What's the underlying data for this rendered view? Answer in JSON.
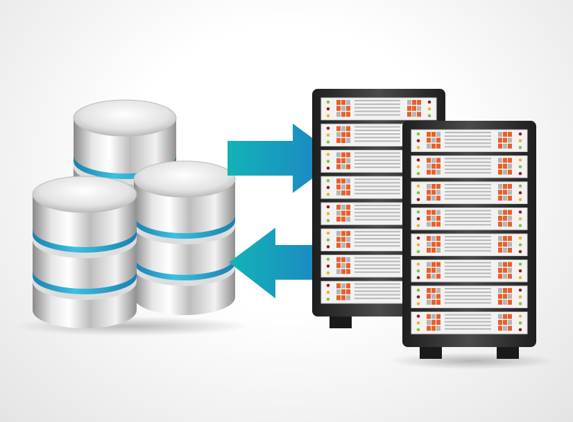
{
  "illustration": {
    "subject": "database-server-transfer",
    "colors": {
      "arrow_start": "#12b3b8",
      "arrow_end": "#1f7fc4",
      "band": "#1d9fc8",
      "rack": "#2b2b2b",
      "unit": "#f2f2f2",
      "led_green": "#8cbf3f",
      "led_red": "#9a1b1b",
      "led_yellow": "#f0b429",
      "block_orange": "#e8602a",
      "block_gray": "#b5b5b5"
    },
    "icons": [
      "database-icon",
      "server-rack-icon",
      "arrow-right-icon",
      "arrow-left-icon"
    ],
    "servers": [
      {
        "units": 8
      },
      {
        "units": 8
      }
    ]
  }
}
